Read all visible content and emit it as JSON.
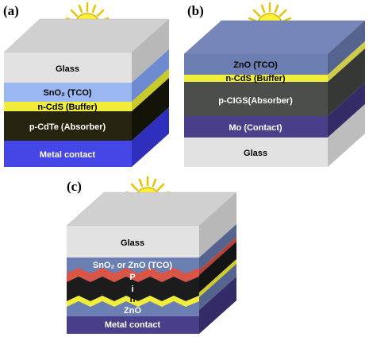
{
  "panels": {
    "a": {
      "label": "(a)",
      "layers": {
        "glass": "Glass",
        "tco": "SnO₂ (TCO)",
        "buffer": "n-CdS (Buffer)",
        "absorber": "p-CdTe (Absorber)",
        "contact": "Metal contact"
      }
    },
    "b": {
      "label": "(b)",
      "layers": {
        "tco": "ZnO (TCO)",
        "buffer": "n-CdS (Buffer)",
        "absorber": "p-CIGS(Absorber)",
        "contact": "Mo (Contact)",
        "glass": "Glass"
      }
    },
    "c": {
      "label": "(c)",
      "layers": {
        "glass": "Glass",
        "tco": "SnO₂ or ZnO (TCO)",
        "p": "P",
        "i": "i",
        "n": "n",
        "zno": "ZnO",
        "contact": "Metal contact"
      }
    }
  },
  "colors": {
    "glass": "#e2e2e2",
    "sno2": "#9bb7f2",
    "cds": "#f0ee3a",
    "cdte": "#26240e",
    "metal": "#4446e6",
    "zno": "#6b7fb2",
    "cigs": "#4b4e4b",
    "mo": "#4a3f8a",
    "red": "#d85548",
    "black": "#1c1c1c",
    "sun": "#fff23a",
    "sun_outline": "#d8b600"
  }
}
